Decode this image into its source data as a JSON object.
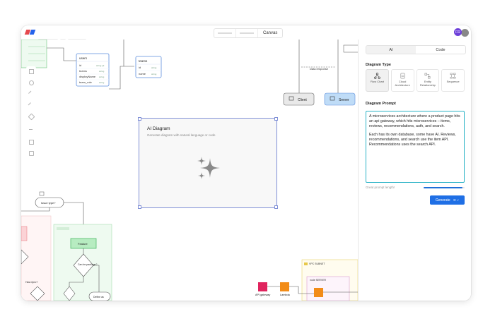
{
  "topbar": {
    "view_tab": "Canvas",
    "avatar_initials": "FR"
  },
  "canvas": {
    "users_table": {
      "title": "users",
      "fields": [
        {
          "name": "id",
          "type": "string pk"
        },
        {
          "name": "teams",
          "type": "string"
        },
        {
          "name": "displayName",
          "type": "string"
        },
        {
          "name": "team_role",
          "type": "string"
        }
      ]
    },
    "teams_table": {
      "title": "teams",
      "fields": [
        {
          "name": "id",
          "type": "string"
        },
        {
          "name": "name",
          "type": "string"
        }
      ]
    },
    "data_response_label": "Data response",
    "client_label": "Client",
    "server_label": "Server",
    "issue_type_label": "Issue type?",
    "feature_label": "Feature",
    "can_be_packaged_label": "Can be package?",
    "has_repro_label": "Has repro?",
    "define_label": "Define as",
    "api_gateway_label": "API gateway",
    "lambda_label": "Lambda",
    "vpc_label": "VPC SUBNET",
    "node_server_label": "node SERVER",
    "ai_card": {
      "title": "AI Diagram",
      "subtitle": "Generate diagram with natural language or code"
    }
  },
  "panel": {
    "tabs": [
      {
        "label": "AI",
        "active": true
      },
      {
        "label": "Code",
        "active": false
      }
    ],
    "diagram_type_heading": "Diagram Type",
    "diagram_types": [
      {
        "label": "Flow Chart",
        "icon": "flow-chart-icon",
        "active": true
      },
      {
        "label": "Cloud Architecture",
        "icon": "cloud-architecture-icon",
        "active": false
      },
      {
        "label": "Entity Relationship",
        "icon": "entity-relationship-icon",
        "active": false
      },
      {
        "label": "Sequence",
        "icon": "sequence-icon",
        "active": false
      }
    ],
    "diagram_prompt_heading": "Diagram Prompt",
    "prompt_paragraph_1": "A microservices architecture where a product page hits an api gateway, which hits microservices – items, reviews, recommendations, auth, and search.",
    "prompt_paragraph_2": "Each has its own database, some have AI. Reviews, recommendations, and search use the item API. Recommendations uses the search API.",
    "prompt_hint": "Great prompt length!",
    "prompt_length_fraction": 0.95,
    "generate_label": "Generate",
    "generate_shortcut": "⌘ ↵"
  },
  "colors": {
    "accent": "#1f6fe5",
    "prompt_border": "#2ab3c6",
    "selection": "#7f8fd6",
    "green_region": "#eefaf0",
    "red_region": "#fde8ea"
  }
}
